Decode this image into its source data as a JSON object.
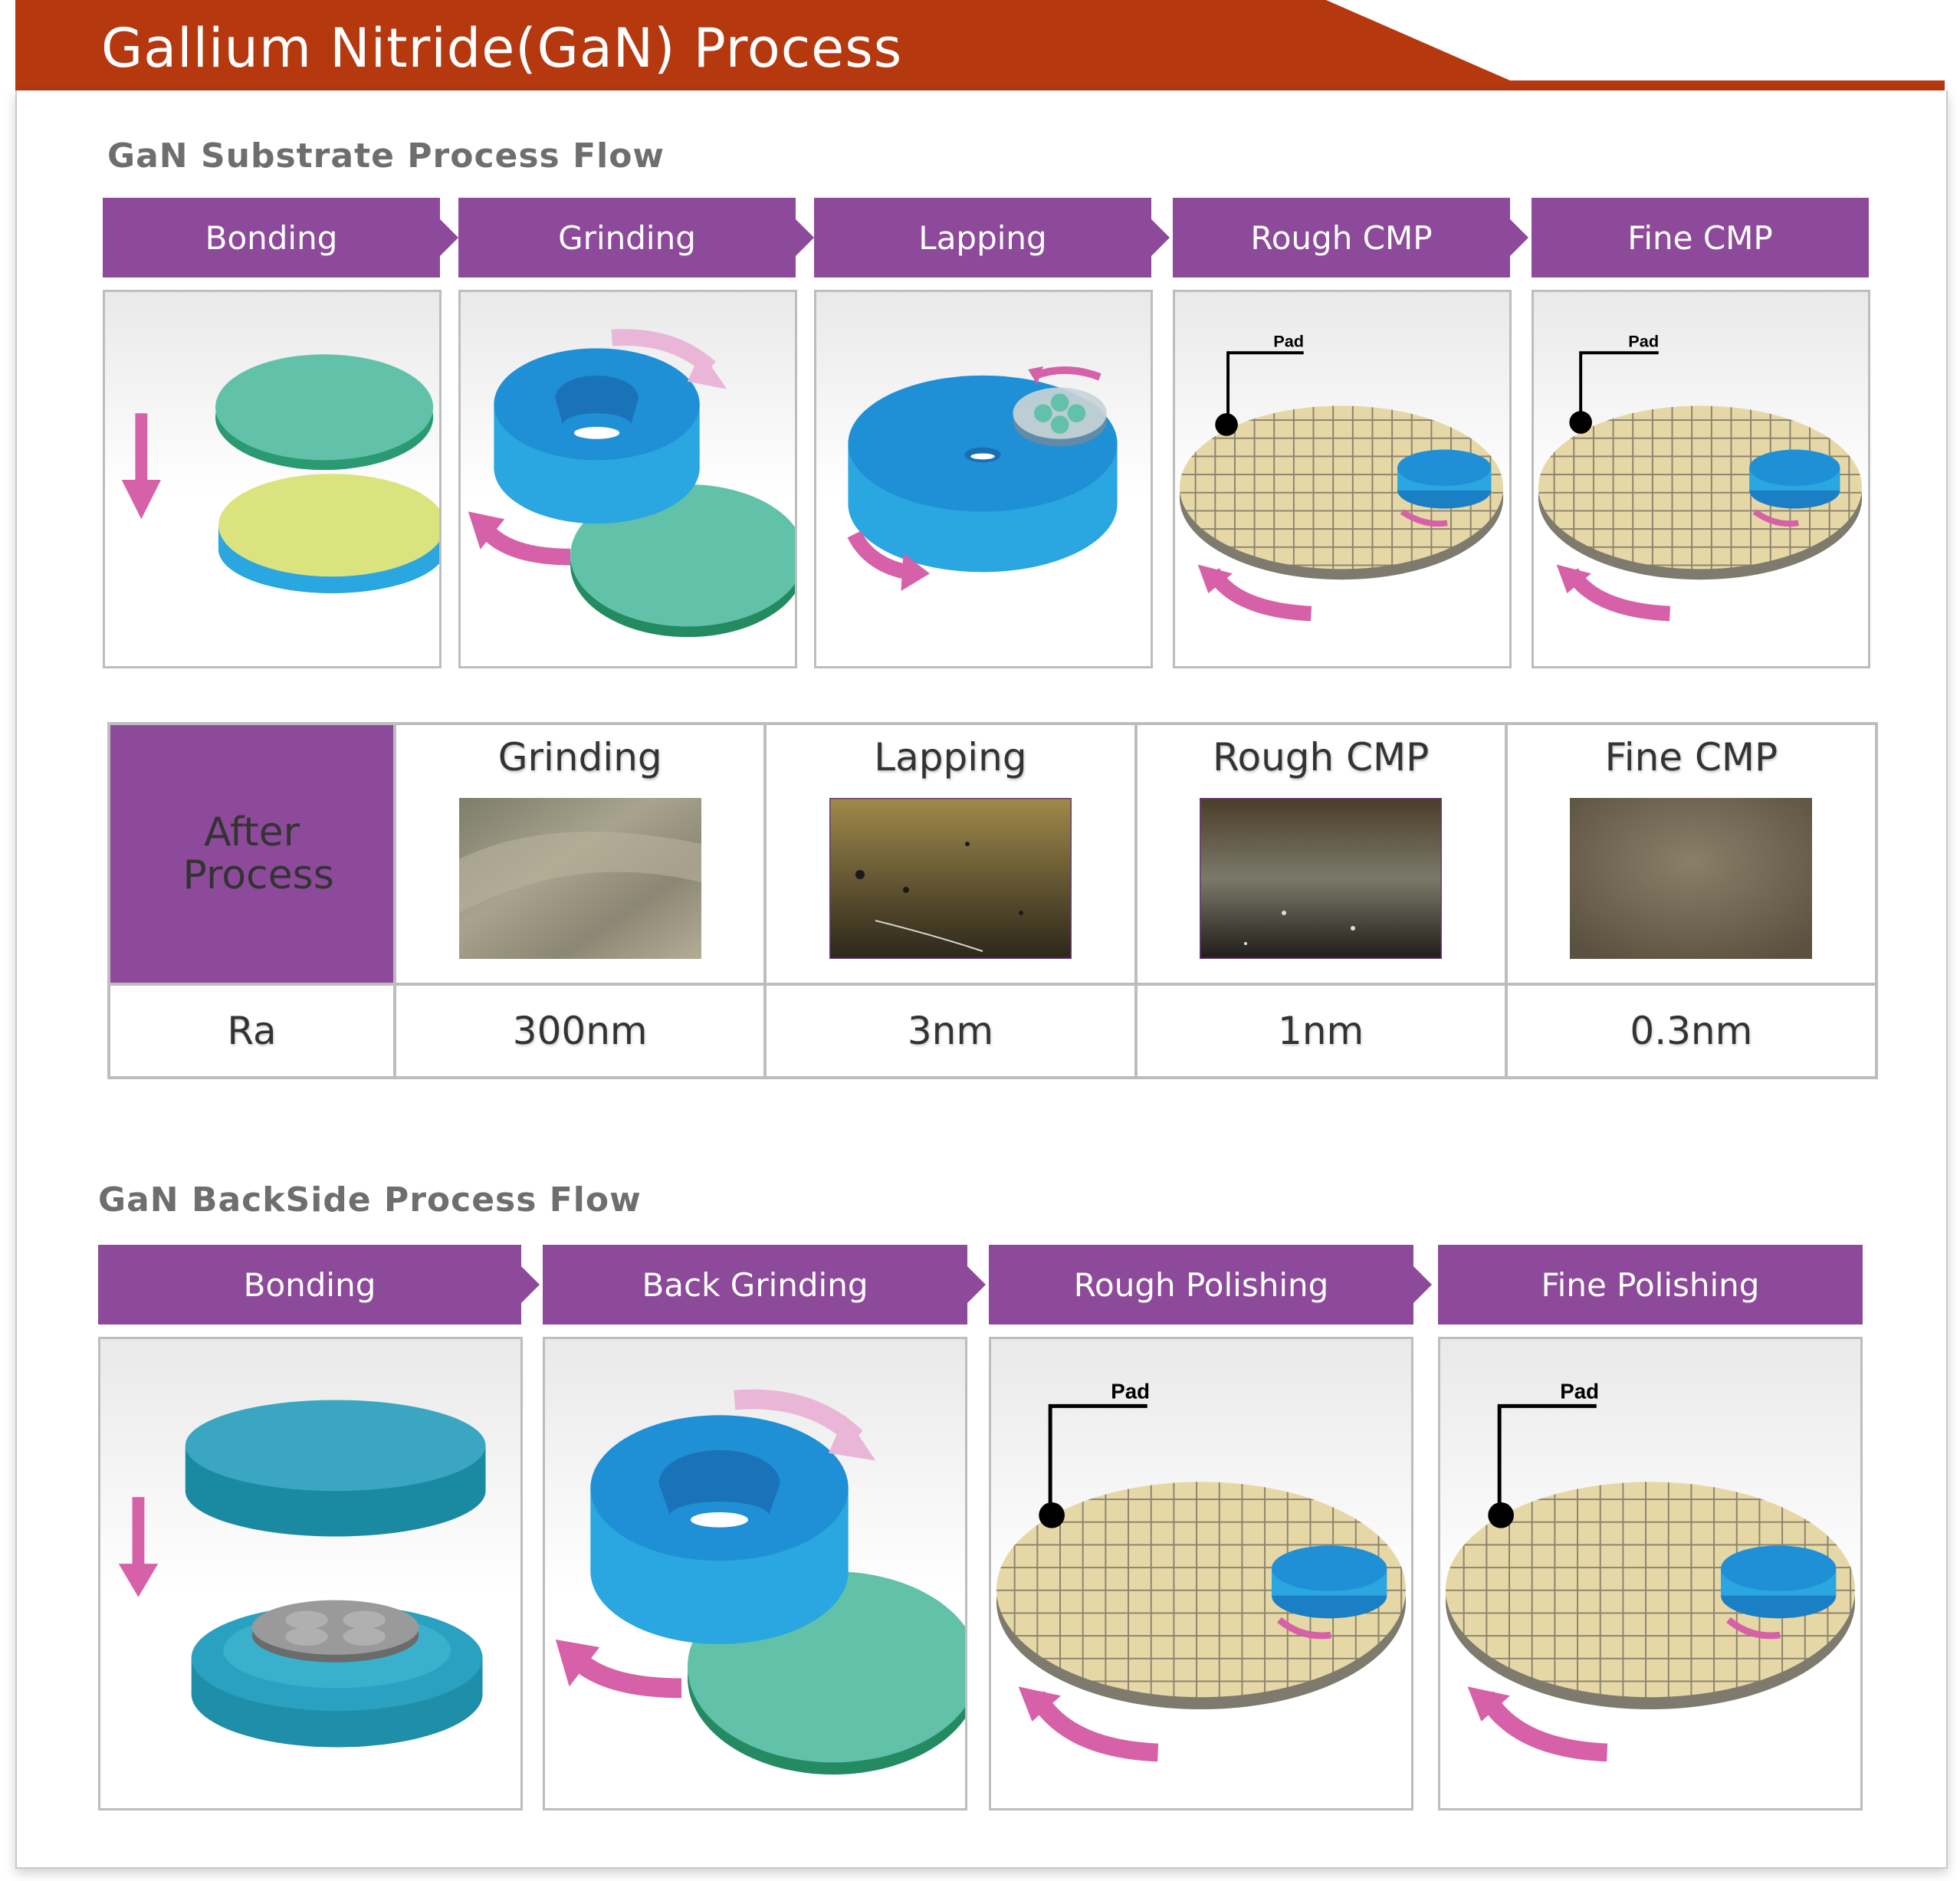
{
  "header": {
    "title": "Gallium Nitride(GaN) Process"
  },
  "substrate": {
    "heading": "GaN Substrate Process Flow",
    "steps": [
      {
        "label": "Bonding"
      },
      {
        "label": "Grinding"
      },
      {
        "label": "Lapping"
      },
      {
        "label": "Rough CMP"
      },
      {
        "label": "Fine CMP"
      }
    ],
    "pad_label": "Pad"
  },
  "results": {
    "row_header": "After Process",
    "ra_label": "Ra",
    "columns": [
      {
        "title": "Grinding",
        "ra": "300nm"
      },
      {
        "title": "Lapping",
        "ra": "3nm"
      },
      {
        "title": "Rough CMP",
        "ra": "1nm"
      },
      {
        "title": "Fine CMP",
        "ra": "0.3nm"
      }
    ]
  },
  "backside": {
    "heading": "GaN BackSide Process Flow",
    "steps": [
      {
        "label": "Bonding"
      },
      {
        "label": "Back Grinding"
      },
      {
        "label": "Rough Polishing"
      },
      {
        "label": "Fine Polishing"
      }
    ],
    "pad_label": "Pad"
  },
  "colors": {
    "header": "#b5380f",
    "banner": "#8e4a9a",
    "arrow": "#d661a8",
    "blue": "#1f8fd6",
    "green": "#5fc0a8",
    "pad": "#e6d8a6"
  }
}
